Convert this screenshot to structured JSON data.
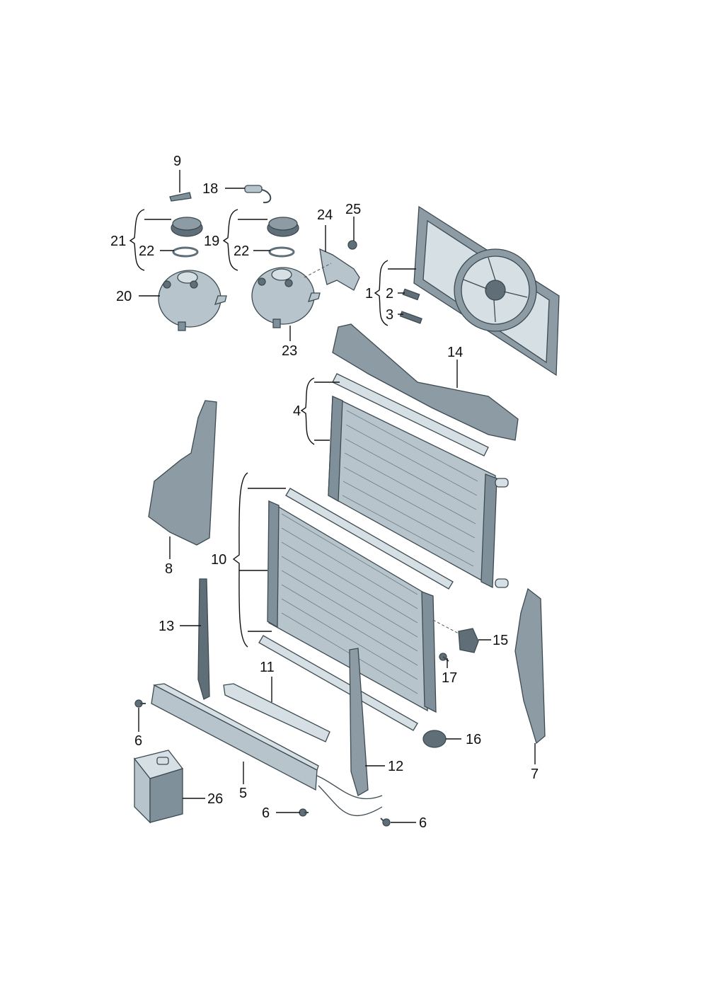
{
  "diagram": {
    "callouts": {
      "p1": "1",
      "p2": "2",
      "p3": "3",
      "p4": "4",
      "p5": "5",
      "p6a": "6",
      "p6b": "6",
      "p6c": "6",
      "p7": "7",
      "p8": "8",
      "p9": "9",
      "p10": "10",
      "p11": "11",
      "p12": "12",
      "p13": "13",
      "p14": "14",
      "p15": "15",
      "p16": "16",
      "p17": "17",
      "p18": "18",
      "p19": "19",
      "p20": "20",
      "p21": "21",
      "p22a": "22",
      "p22b": "22",
      "p23": "23",
      "p24": "24",
      "p25": "25",
      "p26": "26"
    },
    "colors": {
      "ink": "#111111",
      "metal": "#b7c4cc",
      "plastic": "#8d9ba4"
    }
  }
}
